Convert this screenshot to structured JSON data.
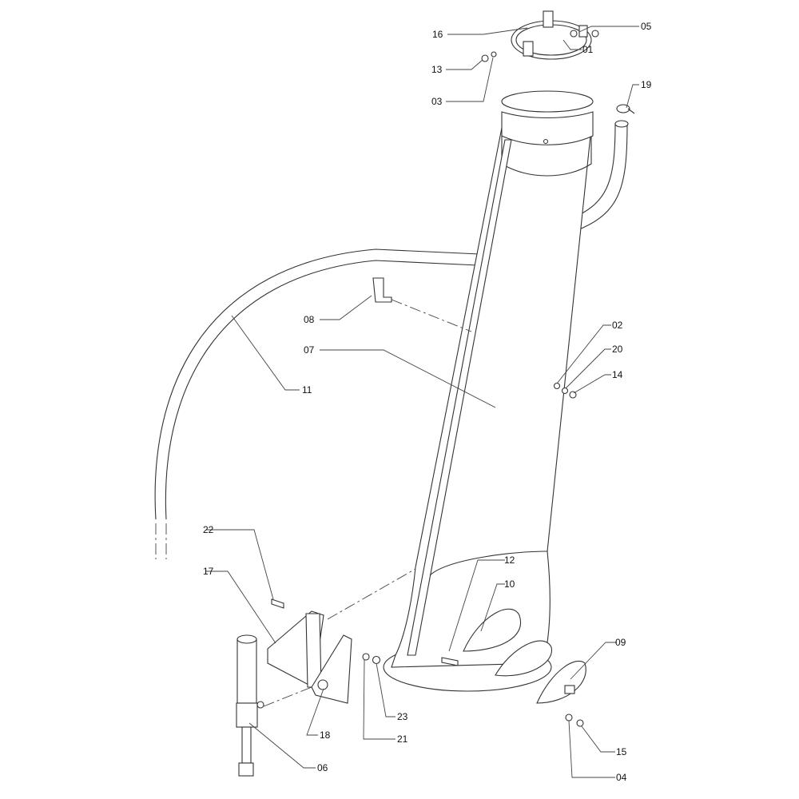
{
  "diagram": {
    "type": "exploded parts view",
    "callouts": {
      "p16": "16",
      "p05": "05",
      "p01": "01",
      "p13": "13",
      "p03": "03",
      "p19": "19",
      "p08": "08",
      "p07": "07",
      "p11": "11",
      "p02": "02",
      "p20": "20",
      "p14": "14",
      "p22": "22",
      "p17": "17",
      "p12": "12",
      "p10": "10",
      "p09": "09",
      "p18": "18",
      "p23": "23",
      "p21": "21",
      "p06": "06",
      "p15": "15",
      "p04": "04"
    }
  }
}
